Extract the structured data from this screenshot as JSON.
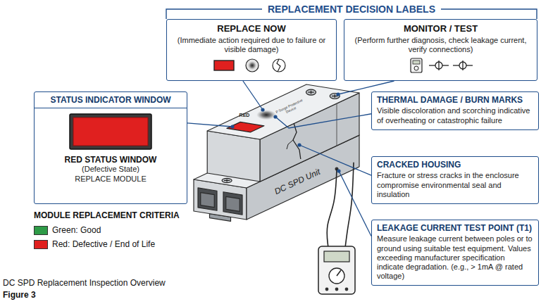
{
  "diagram": {
    "title": "REPLACEMENT DECISION LABELS",
    "caption": "DC SPD Replacement Inspection Overview",
    "nodes": [
      {
        "text": [
          "REPLACE NOW",
          "(Immediate action required due to failure or visible damage)"
        ]
      },
      {
        "text": [
          "MONITOR / TEST",
          "(Perform further diagnosis, check leakage current, verify connections)"
        ]
      },
      {
        "text": [
          "STATUS INDICATOR WINDOW",
          "RED STATUS WINDOW",
          "(Defective State)",
          "REPLACE MODULE"
        ]
      },
      {
        "text": [
          "THERMAL DAMAGE / BURN MARKS",
          "Visible discoloration and scorching indicative of overheating or catastrophic failure"
        ]
      },
      {
        "text": [
          "CRACKED HOUSING",
          "Fracture or stress cracks in the enclosure compromise environmental seal and insulation"
        ]
      },
      {
        "text": [
          "LEAKAGE CURRENT TEST POINT (T1)",
          "Measure leakage current between poles or to ground using suitable test equipment. Values exceeding manufacturer specification indicate degradation. (e.g., > 1mA @ rated voltage)"
        ]
      }
    ],
    "labels": [
      "MODULE REPLACEMENT CRITERIA",
      "RED",
      "P Surge Protective Device",
      "DC SPD Unit",
      "Figure 3"
    ],
    "legend": [
      {
        "text": "Green: Good",
        "color": "#2e9b47"
      },
      {
        "text": "Red: Defective / End of Life",
        "color": "#e0201f"
      }
    ]
  }
}
